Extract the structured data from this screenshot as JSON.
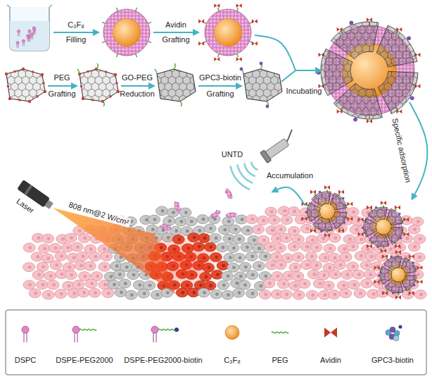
{
  "diagram": {
    "labels": [
      "C₃F₈",
      "Filling",
      "Avidin",
      "Grafting",
      "PEG",
      "Grafting",
      "GO-PEG",
      "Reduction",
      "GPC3-biotin",
      "Grafting",
      "Incubating",
      "Specific adsorption",
      "Accumulation",
      "UNTD",
      "Laser",
      "808 nm@2 W/cm²"
    ],
    "legend": [
      {
        "text": "DSPC"
      },
      {
        "text": "DSPE-PEG2000"
      },
      {
        "text": "DSPE-PEG2000-biotin"
      },
      {
        "text": "C₃F₈"
      },
      {
        "text": "PEG"
      },
      {
        "text": "Avidin"
      },
      {
        "text": "GPC3-biotin"
      }
    ]
  }
}
